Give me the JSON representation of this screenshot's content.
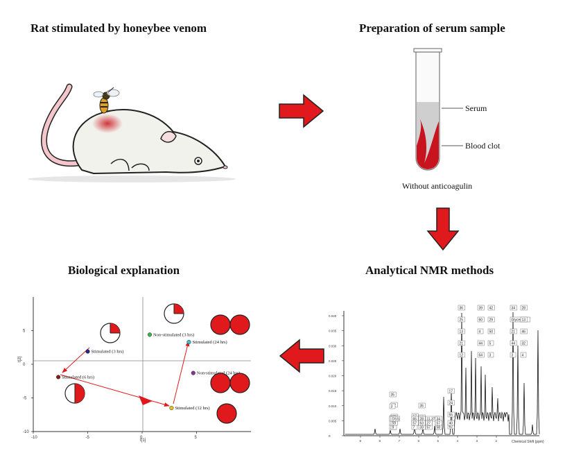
{
  "headings": {
    "rat": "Rat stimulated by honeybee venom",
    "serum": "Preparation of serum sample",
    "bio": "Biological explanation",
    "nmr": "Analytical NMR methods"
  },
  "tube": {
    "serum_label": "Serum",
    "clot_label": "Blood clot",
    "caption": "Without anticoagulin"
  },
  "colors": {
    "arrow": "#e0191c",
    "pie": "#e0191c",
    "serum": "#cfcfcf",
    "clot": "#c8141e"
  },
  "scores_plot": {
    "xlabel": "t[1]",
    "ylabel": "t[2]",
    "x_ticks": [
      "-10",
      "-5",
      "0",
      "5"
    ],
    "y_ticks": [
      "5",
      "0",
      "-5",
      "-10"
    ],
    "points": [
      {
        "label": "Stimulated (3 hrs)",
        "x": -5.0,
        "y": 1.9,
        "color": "#1f2a8a"
      },
      {
        "label": "Stimulated (6 hrs)",
        "x": -7.7,
        "y": -1.9,
        "color": "#8b1a1a"
      },
      {
        "label": "Stimulated (12 hrs)",
        "x": 2.7,
        "y": -6.5,
        "color": "#e6c020"
      },
      {
        "label": "Stimulated (24 hrs)",
        "x": 4.3,
        "y": 3.3,
        "color": "#33c6c6"
      },
      {
        "label": "Non-stimulated (3 hrs)",
        "x": 0.7,
        "y": 4.4,
        "color": "#3cb54a"
      },
      {
        "label": "Non-stimulated (24 hrs)",
        "x": 4.7,
        "y": -1.3,
        "color": "#8e2f9c"
      }
    ]
  },
  "nmr_spectrum": {
    "xlabel": "Chemical Shift (ppm)",
    "y_ticks": [
      "0.040",
      "0.035",
      "0.030",
      "0.025",
      "0.020",
      "0.015",
      "0.010",
      "0.005",
      "0"
    ],
    "x_ticks": [
      "9",
      "8",
      "7",
      "6",
      "5",
      "4",
      "3",
      "2"
    ],
    "peak_labels": [
      "35",
      "22",
      "17",
      "35",
      "1",
      "20",
      "17",
      "36",
      "39",
      "42",
      "34",
      "28",
      "3",
      "48",
      "26",
      "37",
      "36",
      "47",
      "24",
      "25",
      "60",
      "29",
      "Glycerol",
      "13",
      "30",
      "30",
      "65",
      "28",
      "11,37",
      "34",
      "55",
      "13",
      "4",
      "50",
      "21",
      "46",
      "23",
      "9",
      "7",
      "33",
      "57",
      "58",
      "62",
      "21",
      "44",
      "5",
      "44",
      "32",
      "26",
      "59",
      "57",
      "63",
      "27",
      "57",
      "40",
      "12",
      "64",
      "3",
      "3",
      "4",
      "DSS",
      "DSS"
    ]
  }
}
